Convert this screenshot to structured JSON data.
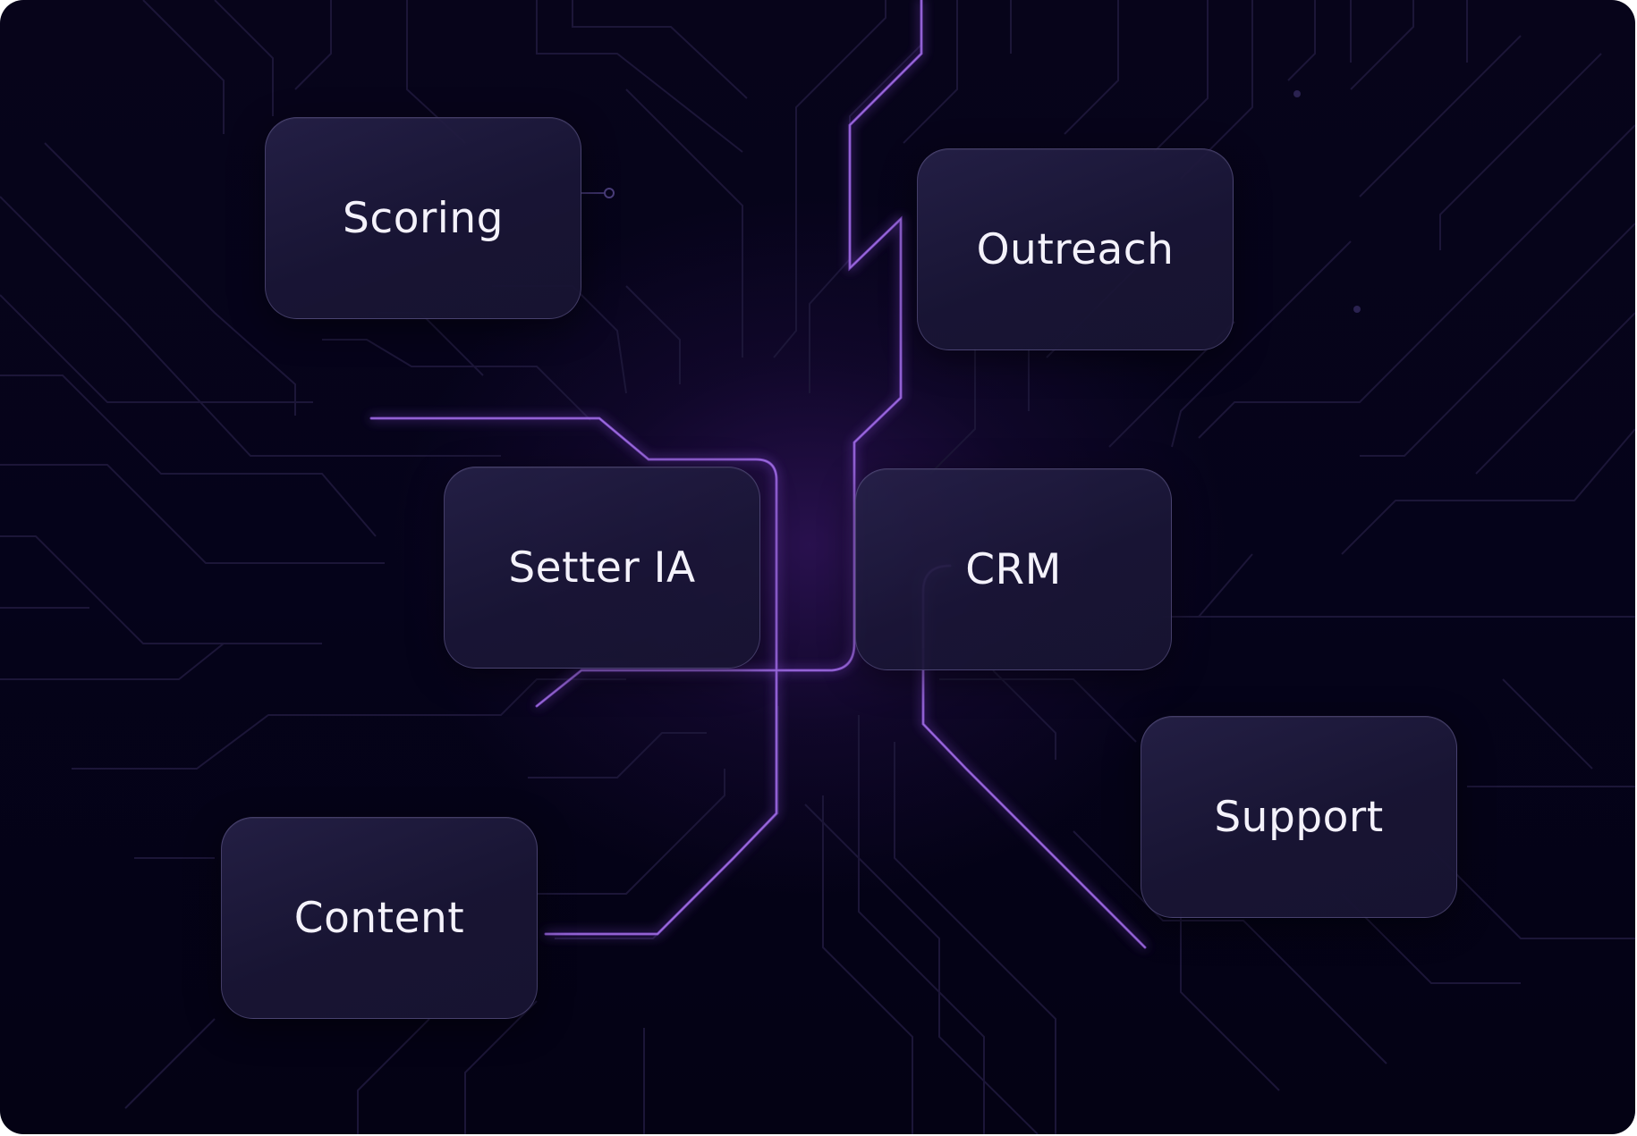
{
  "diagram": {
    "nodes": [
      {
        "id": "scoring",
        "label": "Scoring"
      },
      {
        "id": "outreach",
        "label": "Outreach"
      },
      {
        "id": "setter",
        "label": "Setter IA"
      },
      {
        "id": "crm",
        "label": "CRM"
      },
      {
        "id": "support",
        "label": "Support"
      },
      {
        "id": "content",
        "label": "Content"
      }
    ],
    "colors": {
      "background": "#05031a",
      "node_fill": "#1e1a3e",
      "node_border": "#8c82be",
      "trace_dim": "#1c1638",
      "trace_glow": "#8a4fd8",
      "text": "#f4f2fb"
    }
  }
}
